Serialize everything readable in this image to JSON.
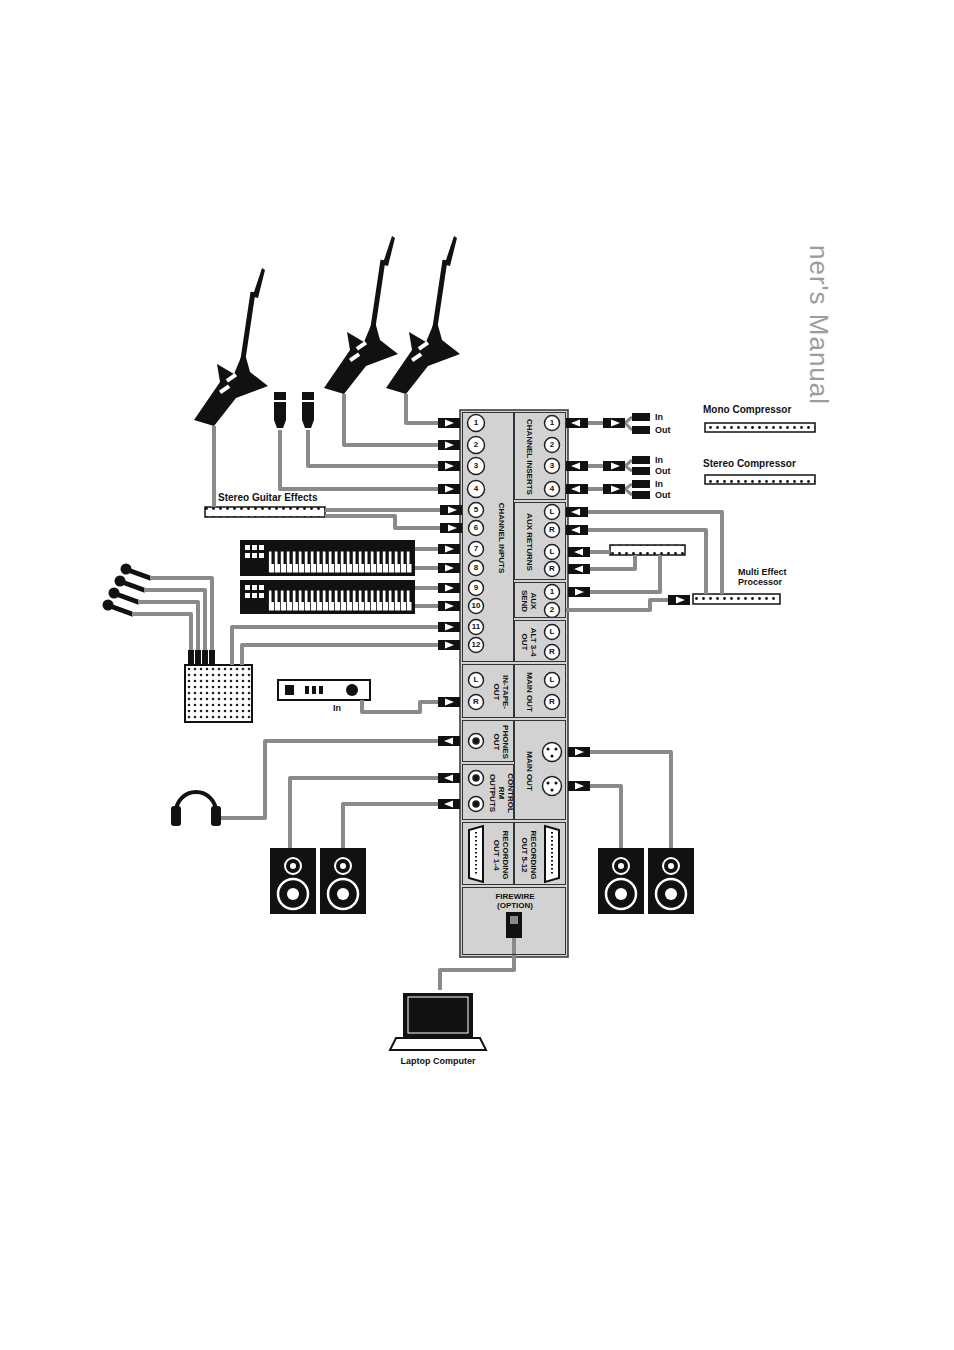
{
  "diagram": {
    "nodes": [
      {
        "text": [
          "Mono Compressor"
        ]
      },
      {
        "text": [
          "CHANNEL INPUTS"
        ]
      },
      {
        "text": [
          "CHANNEL INSERTS"
        ]
      },
      {
        "text": [
          "Stereo Compressor"
        ]
      },
      {
        "text": [
          "Stereo Guitar Effects"
        ]
      },
      {
        "text": [
          "AUX RETURNS"
        ]
      },
      {
        "text": [
          "Multi Effect Processor"
        ]
      },
      {
        "text": [
          "AUX SEND"
        ]
      },
      {
        "text": [
          "ALT 3-4 OUT"
        ]
      },
      {
        "text": [
          "IN-TAPE-OUT"
        ]
      },
      {
        "text": [
          "MAIN OUT"
        ]
      },
      {
        "text": [
          "PHONES OUT"
        ]
      },
      {
        "text": [
          "MAIN OUT"
        ]
      },
      {
        "text": [
          "CONTROL RM OUTPUTS"
        ]
      },
      {
        "text": [
          "RECORDING OUT 1-4"
        ]
      },
      {
        "text": [
          "RECORDING OUT 5-12"
        ]
      },
      {
        "text": [
          "FIREWIRE (OPTION)"
        ]
      },
      {
        "text": [
          "Laptop Computer"
        ]
      }
    ],
    "edges": [
      {
        "from": 2,
        "to": 0,
        "arrow": "both"
      },
      {
        "from": 2,
        "to": 3,
        "arrow": "both"
      },
      {
        "from": 2,
        "to": 3,
        "arrow": "both"
      },
      {
        "from": 4,
        "to": 1,
        "arrow": "to"
      },
      {
        "from": 4,
        "to": 1,
        "arrow": "to"
      },
      {
        "from": 6,
        "to": 5,
        "arrow": "to"
      },
      {
        "from": 6,
        "to": 5,
        "arrow": "to"
      },
      {
        "from": 7,
        "to": 6,
        "arrow": "to"
      },
      {
        "from": 16,
        "to": 17,
        "arrow": "none"
      }
    ],
    "labels": [
      "ner's Manual",
      "1",
      "2",
      "3",
      "4",
      "5",
      "6",
      "7",
      "8",
      "9",
      "10",
      "11",
      "12",
      "1",
      "2",
      "3",
      "4",
      "L",
      "R",
      "L",
      "R",
      "1",
      "2",
      "L",
      "R",
      "L",
      "R",
      "L",
      "R",
      "In",
      "Out",
      "In",
      "Out",
      "In",
      "Out",
      "In"
    ]
  }
}
